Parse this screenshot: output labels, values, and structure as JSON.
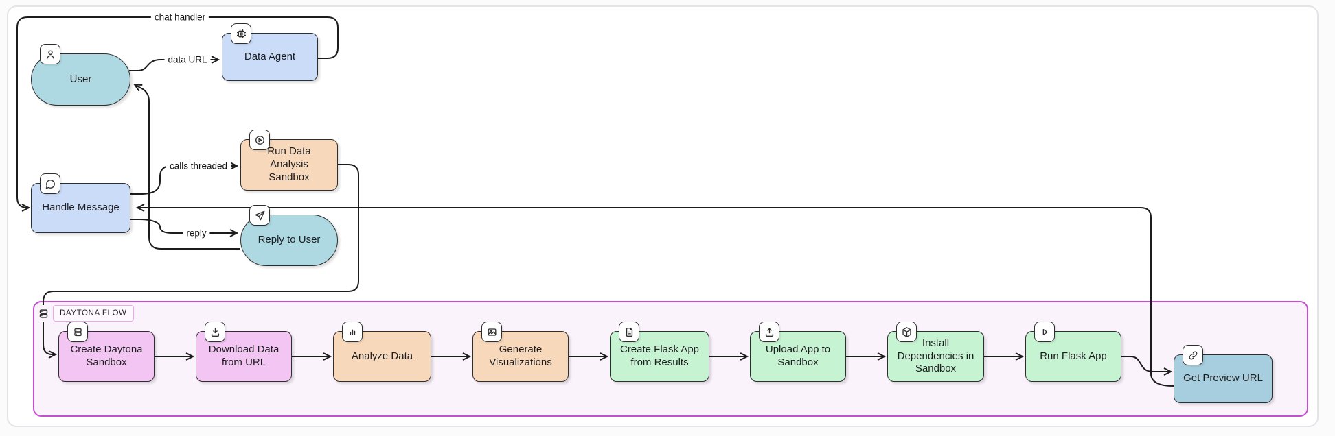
{
  "diagram": {
    "nodes": [
      {
        "id": "user",
        "label": "User",
        "shape": "pill",
        "icon": "person-icon",
        "color": "#afd9e2"
      },
      {
        "id": "data-agent",
        "label": "Data Agent",
        "shape": "rect",
        "icon": "chip-icon",
        "color": "#cadcf8"
      },
      {
        "id": "handle-message",
        "label": "Handle Message",
        "shape": "rect",
        "icon": "chat-bubble-icon",
        "color": "#cadcf8"
      },
      {
        "id": "run-data-analysis-sandbox",
        "label": "Run Data Analysis Sandbox",
        "shape": "rect",
        "icon": "play-circle-icon",
        "color": "#f8d8ba"
      },
      {
        "id": "reply-to-user",
        "label": "Reply to User",
        "shape": "pill",
        "icon": "send-icon",
        "color": "#afd9e2"
      },
      {
        "id": "create-daytona-sandbox",
        "label": "Create Daytona Sandbox",
        "shape": "rect",
        "icon": "server-icon",
        "color": "#f2c5f2"
      },
      {
        "id": "download-data-from-url",
        "label": "Download Data from URL",
        "shape": "rect",
        "icon": "download-icon",
        "color": "#f2c5f2"
      },
      {
        "id": "analyze-data",
        "label": "Analyze Data",
        "shape": "rect",
        "icon": "bar-chart-icon",
        "color": "#f8d8ba"
      },
      {
        "id": "generate-visualizations",
        "label": "Generate Visualizations",
        "shape": "rect",
        "icon": "image-icon",
        "color": "#f8d8ba"
      },
      {
        "id": "create-flask-app-from-results",
        "label": "Create Flask App from Results",
        "shape": "rect",
        "icon": "file-text-icon",
        "color": "#c6f4d2"
      },
      {
        "id": "upload-app-to-sandbox",
        "label": "Upload App to Sandbox",
        "shape": "rect",
        "icon": "upload-icon",
        "color": "#c6f4d2"
      },
      {
        "id": "install-dependencies-in-sandbox",
        "label": "Install Dependencies in Sandbox",
        "shape": "rect",
        "icon": "package-icon",
        "color": "#c6f4d2"
      },
      {
        "id": "run-flask-app",
        "label": "Run Flask App",
        "shape": "rect",
        "icon": "play-icon",
        "color": "#c6f4d2"
      },
      {
        "id": "get-preview-url",
        "label": "Get Preview URL",
        "shape": "rect",
        "icon": "link-icon",
        "color": "#a6cede"
      }
    ],
    "edge_labels": {
      "chat_handler": "chat handler",
      "data_url": "data URL",
      "calls_threaded": "calls threaded",
      "reply": "reply"
    },
    "container": {
      "label": "DAYTONA FLOW",
      "border_color": "#c44fd0",
      "fill_color": "#fbf3fc"
    },
    "edge_color": "#1c1c1c",
    "card_background": "#ffffff"
  }
}
